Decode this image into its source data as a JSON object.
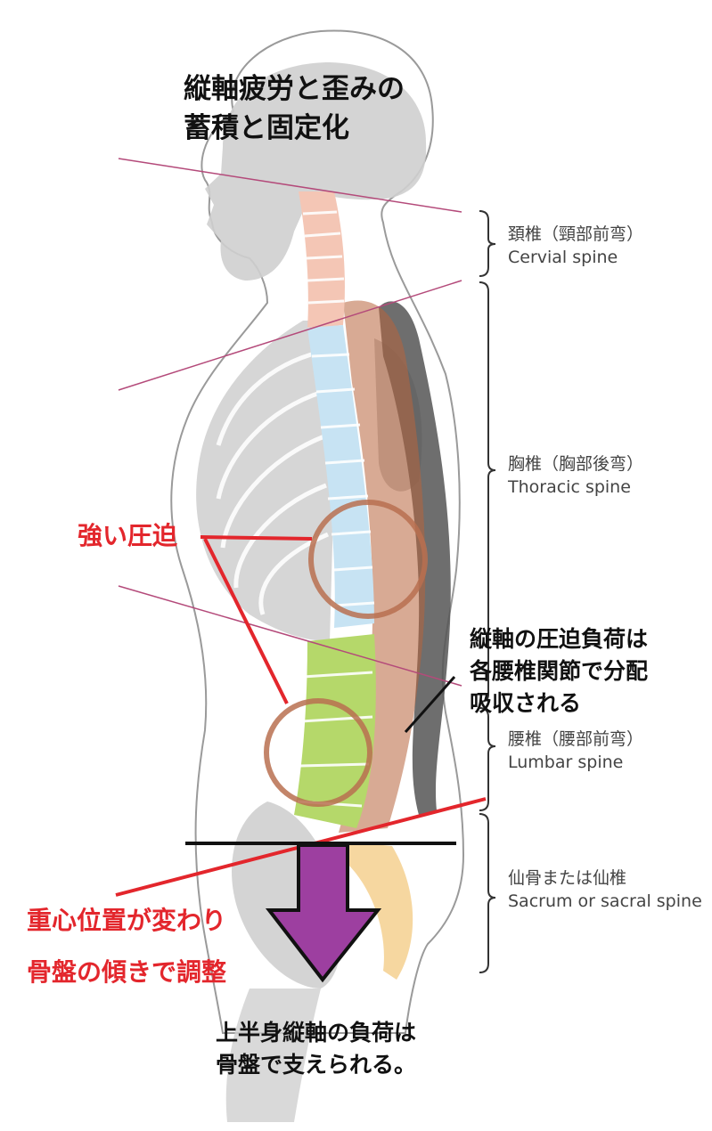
{
  "title": {
    "line1": "縦軸疲労と歪みの",
    "line2": "蓄積と固定化"
  },
  "regions": [
    {
      "jp": "頚椎（頸部前弯）",
      "en": "Cervial spine"
    },
    {
      "jp": "胸椎（胸部後弯）",
      "en": "Thoracic spine"
    },
    {
      "jp": "腰椎（腰部前弯）",
      "en": "Lumbar spine"
    },
    {
      "jp": "仙骨または仙椎",
      "en": "Sacrum or sacral spine"
    }
  ],
  "annotations": {
    "compression": "強い圧迫",
    "lumbar_note": [
      "縦軸の圧迫負荷は",
      "各腰椎関節で分配",
      "吸収される"
    ],
    "pelvis_note": [
      "重心位置が変わり",
      "骨盤の傾きで調整"
    ],
    "bottom_note": [
      "上半身縦軸の負荷は",
      "骨盤で支えられる。"
    ]
  },
  "colors": {
    "body": "#cfcfcf",
    "cervical": "#f4c6b5",
    "thoracic": "#c7e3f3",
    "lumbar": "#b5d86a",
    "sacrum": "#f6d7a0",
    "muscle_overlay": "#b8643c",
    "back_band": "#555555",
    "circle": "#b87050",
    "arrow": "#9d3fa0",
    "red_line": "#e3262c",
    "guide_line": "#b44a7a"
  }
}
